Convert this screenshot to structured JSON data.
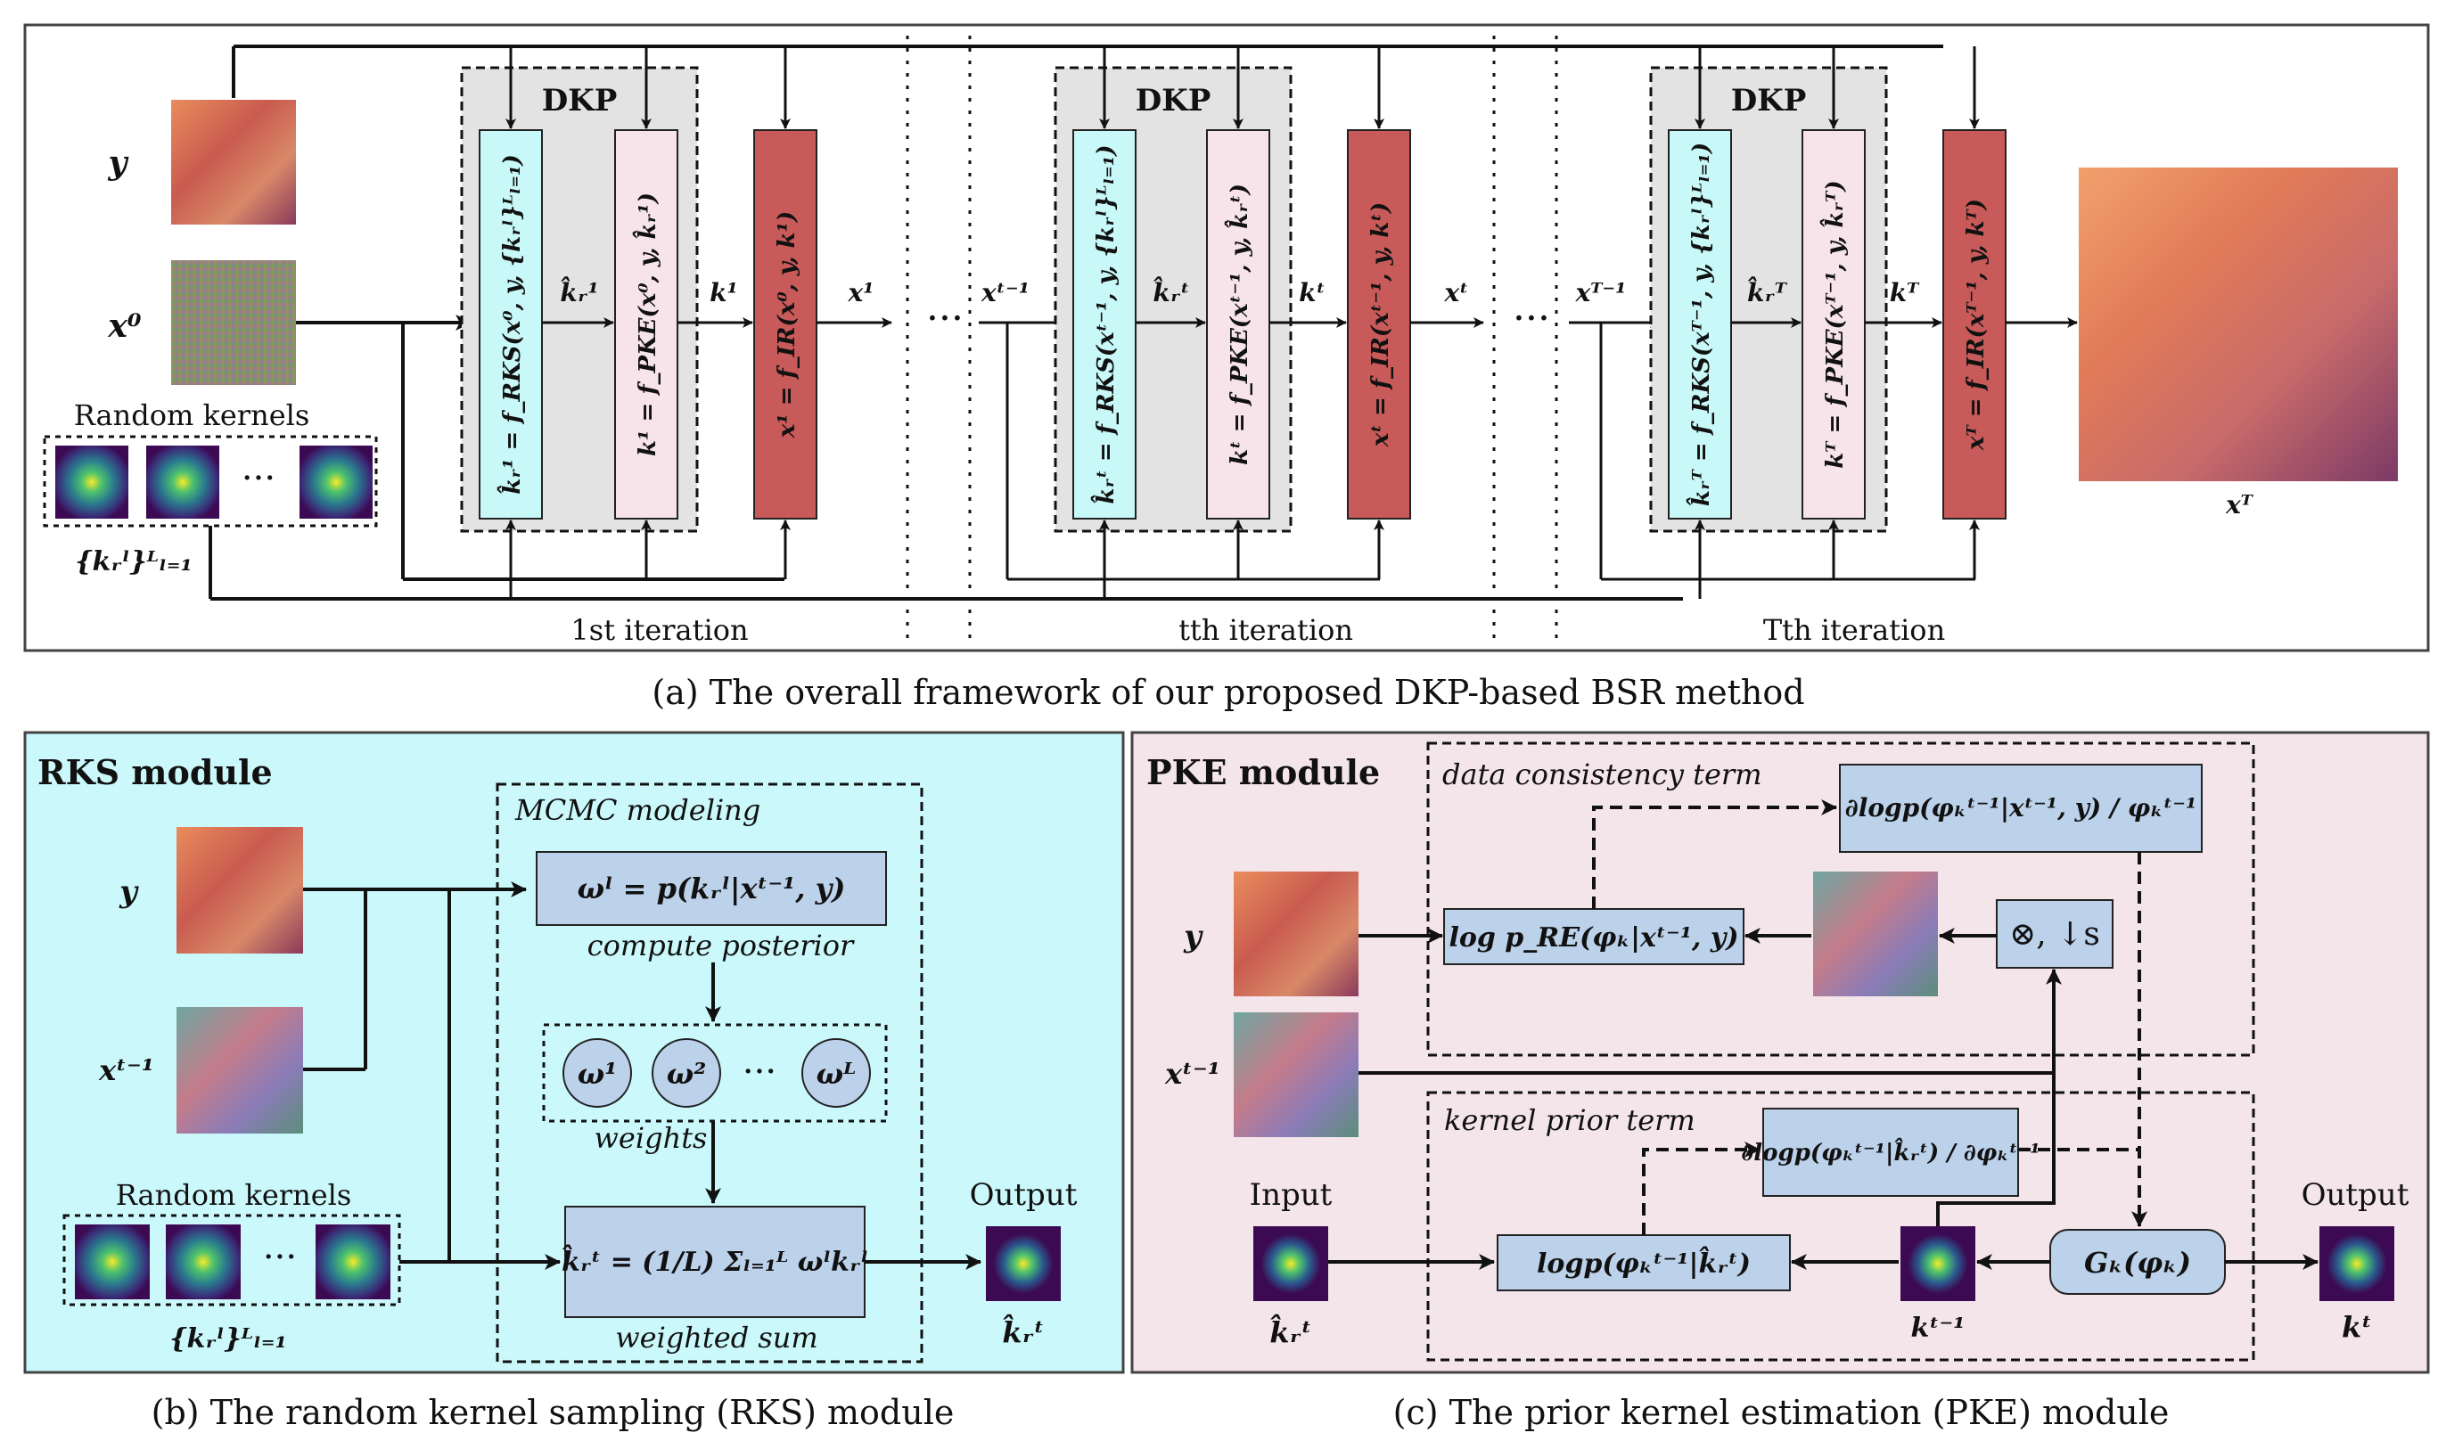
{
  "panel_a": {
    "caption": "(a)  The overall framework of our proposed DKP-based BSR method",
    "dkp_label": "DKP",
    "inputs": {
      "y": "y",
      "x0": "x⁰",
      "random_kernels": "Random kernels",
      "kernel_set": "{kᵣˡ}ᴸₗ₌₁"
    },
    "stages": [
      {
        "iteration_label": "1st  iteration",
        "in_label": "",
        "rks": "k̂ᵣ¹ = f_RKS(x⁰, y, {kᵣˡ}ᴸₗ₌₁)",
        "pke": "k¹ = f_PKE(x⁰, y, k̂ᵣ¹)",
        "ir": "x¹ = f_IR(x⁰, y, k¹)",
        "khat_label": "k̂ᵣ¹",
        "k_label": "k¹",
        "out_label": "x¹"
      },
      {
        "iteration_label": "tth  iteration",
        "in_label": "xᵗ⁻¹",
        "rks": "k̂ᵣᵗ = f_RKS(xᵗ⁻¹, y, {kᵣˡ}ᴸₗ₌₁)",
        "pke": "kᵗ = f_PKE(xᵗ⁻¹, y, k̂ᵣᵗ)",
        "ir": "xᵗ = f_IR(xᵗ⁻¹, y, kᵗ)",
        "khat_label": "k̂ᵣᵗ",
        "k_label": "kᵗ",
        "out_label": "xᵗ"
      },
      {
        "iteration_label": "Tth  iteration",
        "in_label": "xᵀ⁻¹",
        "rks": "k̂ᵣᵀ = f_RKS(xᵀ⁻¹, y, {kᵣˡ}ᴸₗ₌₁)",
        "pke": "kᵀ = f_PKE(xᵀ⁻¹, y, k̂ᵣᵀ)",
        "ir": "xᵀ = f_IR(xᵀ⁻¹, y, kᵀ)",
        "khat_label": "k̂ᵣᵀ",
        "k_label": "kᵀ",
        "out_label": ""
      }
    ],
    "ellipsis": "···",
    "output_label": "xᵀ"
  },
  "panel_b": {
    "title": "RKS module",
    "caption": "(b)  The random kernel sampling  (RKS)  module",
    "mcmc_label": "MCMC modeling",
    "posterior_formula": "ωˡ = p(kᵣˡ|xᵗ⁻¹, y)",
    "posterior_caption": "compute  posterior",
    "weights": [
      "ω¹",
      "ω²",
      "ωᴸ"
    ],
    "weights_caption": "weights",
    "sum_formula": "k̂ᵣᵗ = (1/L) Σₗ₌₁ᴸ ωˡkᵣˡ",
    "sum_caption": "weighted sum",
    "y_label": "y",
    "x_label": "xᵗ⁻¹",
    "random_kernels": "Random kernels",
    "kernel_set": "{kᵣˡ}ᴸₗ₌₁",
    "output_title": "Output",
    "output_label": "k̂ᵣᵗ",
    "ellipsis": "···"
  },
  "panel_c": {
    "title": "PKE module",
    "caption": "(c)  The prior kernel estimation  (PKE)  module",
    "data_term_label": "data consistency term",
    "prior_term_label": "kernel prior term",
    "grad_data": "∂logp(φₖᵗ⁻¹|xᵗ⁻¹, y) / φₖᵗ⁻¹",
    "grad_prior": "∂logp(φₖᵗ⁻¹|k̂ᵣᵗ) / ∂φₖᵗ⁻¹",
    "log_pre": "log p_RE(φₖ|xᵗ⁻¹, y)",
    "log_prior": "logp(φₖᵗ⁻¹|k̂ᵣᵗ)",
    "conv_down": "⊗, ↓s",
    "generator": "Gₖ(φₖ)",
    "y_label": "y",
    "x_label": "xᵗ⁻¹",
    "input_title": "Input",
    "input_label": "k̂ᵣᵗ",
    "kt1_label": "kᵗ⁻¹",
    "output_title": "Output",
    "output_label": "kᵗ"
  },
  "colors": {
    "rks_box": "#c9f8f8",
    "pke_box": "#f7e4ea",
    "ir_box": "#c85a5a",
    "dkp_bg": "#e3e3e3",
    "panel_b_bg": "#cbf9fb",
    "panel_c_bg": "#f4e5ea",
    "formula_box": "#bcd1ea"
  }
}
